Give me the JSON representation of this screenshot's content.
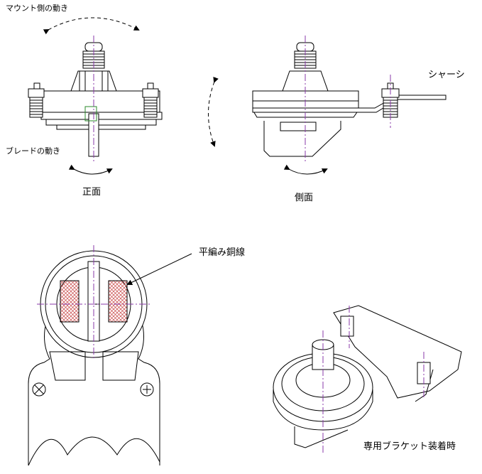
{
  "labels": {
    "mount_motion": "マウント側の動き",
    "blade_motion": "ブレードの動き",
    "front_view": "正面",
    "side_view": "側面",
    "chassis": "シャーシ",
    "braided_wire": "平編み銅線",
    "bracket_mounted": "専用ブラケット装着時"
  },
  "colors": {
    "line": "#000000",
    "centerline": "#8a3aa8",
    "mesh": "#c84848",
    "spring_fill": "#ffffff"
  }
}
